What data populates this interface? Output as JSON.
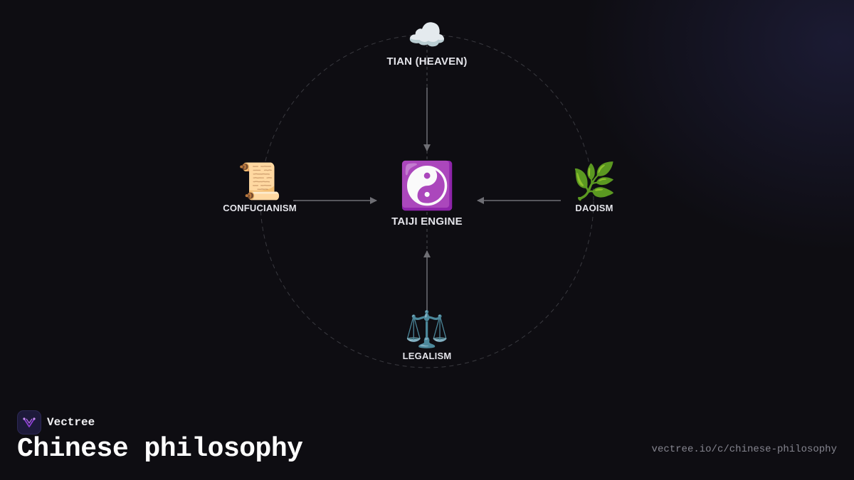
{
  "diagram": {
    "center": {
      "label": "TAIJI ENGINE",
      "icon": "yin-yang-icon",
      "glyph": "☯️"
    },
    "nodes": [
      {
        "key": "tian",
        "label": "TIAN (HEAVEN)",
        "icon": "cloud-icon",
        "glyph": "☁️"
      },
      {
        "key": "confucianism",
        "label": "CONFUCIANISM",
        "icon": "scroll-icon",
        "glyph": "📜"
      },
      {
        "key": "daoism",
        "label": "DAOISM",
        "icon": "herb-icon",
        "glyph": "🌿"
      },
      {
        "key": "legalism",
        "label": "LEGALISM",
        "icon": "scales-icon",
        "glyph": "⚖️"
      }
    ],
    "colors": {
      "arrow": "#6e6e74",
      "ring": "#3a3a40",
      "label": "#e4e4ea"
    }
  },
  "brand": {
    "name": "Vectree",
    "logo_color": "#8b3fd1"
  },
  "page": {
    "title": "Chinese philosophy",
    "url": "vectree.io/c/chinese-philosophy"
  }
}
